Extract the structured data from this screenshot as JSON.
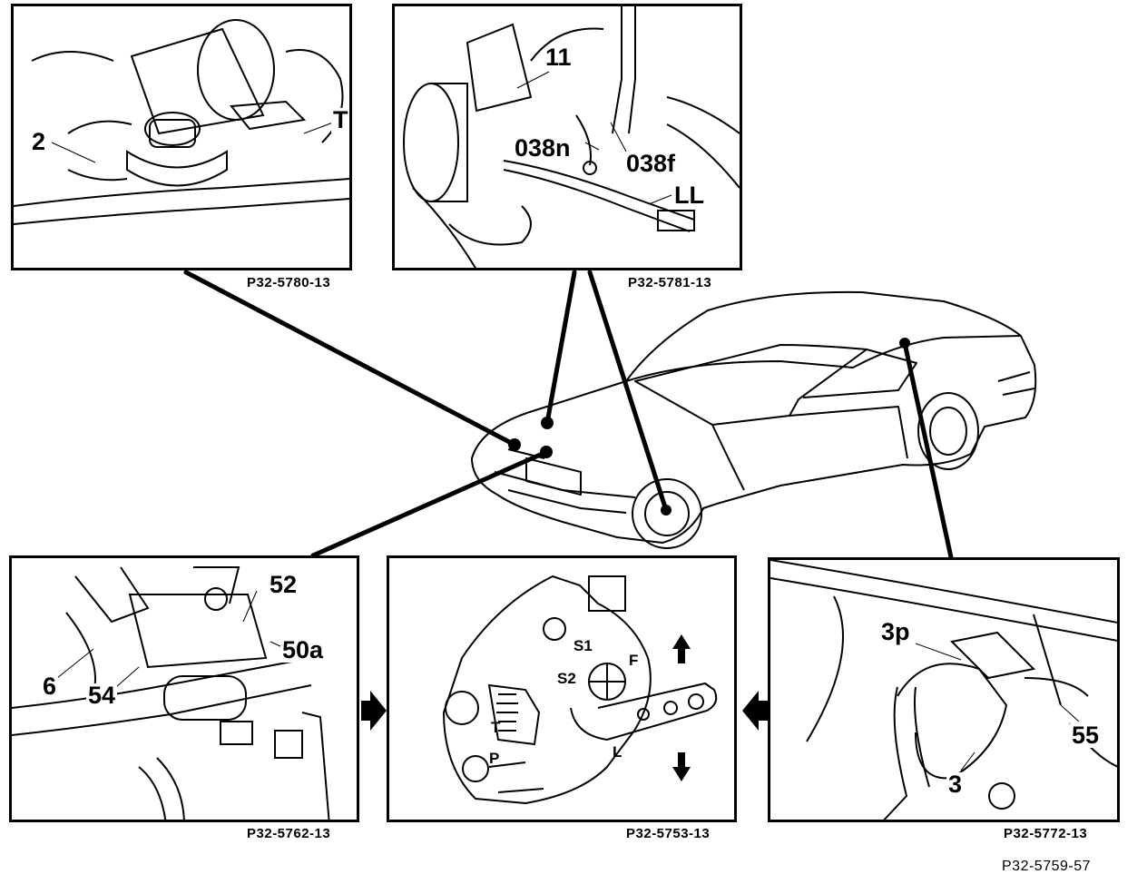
{
  "figure_code": "P32-5759-57",
  "panels": {
    "top_left": {
      "code": "P32-5780-13",
      "labels": {
        "a": "2",
        "b": "T"
      }
    },
    "top_center": {
      "code": "P32-5781-13",
      "labels": {
        "a": "11",
        "b": "038n",
        "c": "038f",
        "d": "LL"
      }
    },
    "bottom_left": {
      "code": "P32-5762-13",
      "labels": {
        "a": "52",
        "b": "50a",
        "c": "6",
        "d": "54"
      }
    },
    "bottom_center": {
      "code": "P32-5753-13",
      "labels": {
        "s1": "S1",
        "s2": "S2",
        "f": "F",
        "t": "T",
        "p": "P",
        "l": "L"
      }
    },
    "bottom_right": {
      "code": "P32-5772-13",
      "labels": {
        "a": "3p",
        "b": "55",
        "c": "3"
      }
    }
  }
}
